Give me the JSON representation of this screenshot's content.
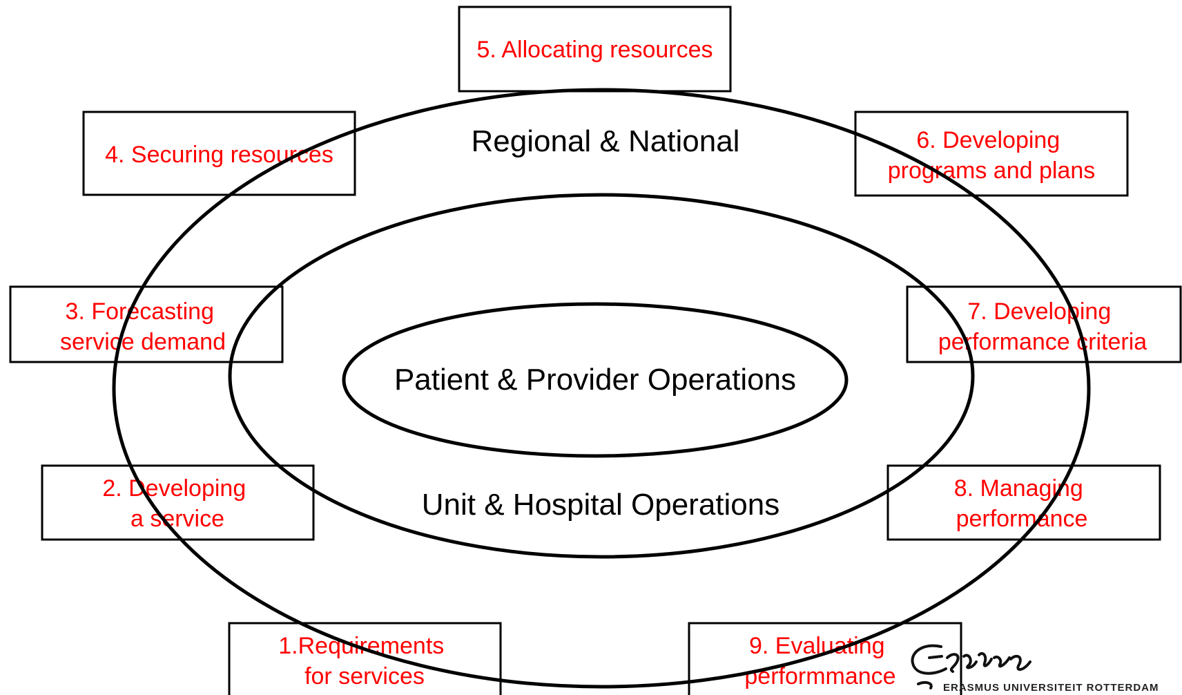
{
  "colors": {
    "label": "#ff0000",
    "ring_text": "#000000",
    "stroke": "#000000"
  },
  "rings": {
    "outer": "Regional & National",
    "middle": "Unit & Hospital Operations",
    "inner": "Patient & Provider Operations"
  },
  "steps": [
    {
      "id": "step-1",
      "lines": [
        "1.Requirements",
        "for services"
      ]
    },
    {
      "id": "step-2",
      "lines": [
        "2. Developing",
        "a service"
      ]
    },
    {
      "id": "step-3",
      "lines": [
        "3. Forecasting",
        "service demand"
      ]
    },
    {
      "id": "step-4",
      "lines": [
        "4. Securing resources"
      ]
    },
    {
      "id": "step-5",
      "lines": [
        "5. Allocating resources"
      ]
    },
    {
      "id": "step-6",
      "lines": [
        "6. Developing",
        "programs and plans"
      ]
    },
    {
      "id": "step-7",
      "lines": [
        "7. Developing",
        "performance criteria"
      ]
    },
    {
      "id": "step-8",
      "lines": [
        "8. Managing",
        "performance"
      ]
    },
    {
      "id": "step-9",
      "lines": [
        "9. Evaluating",
        "performmance"
      ]
    }
  ],
  "logo": {
    "caption": "ERASMUS UNIVERSITEIT ROTTERDAM"
  }
}
